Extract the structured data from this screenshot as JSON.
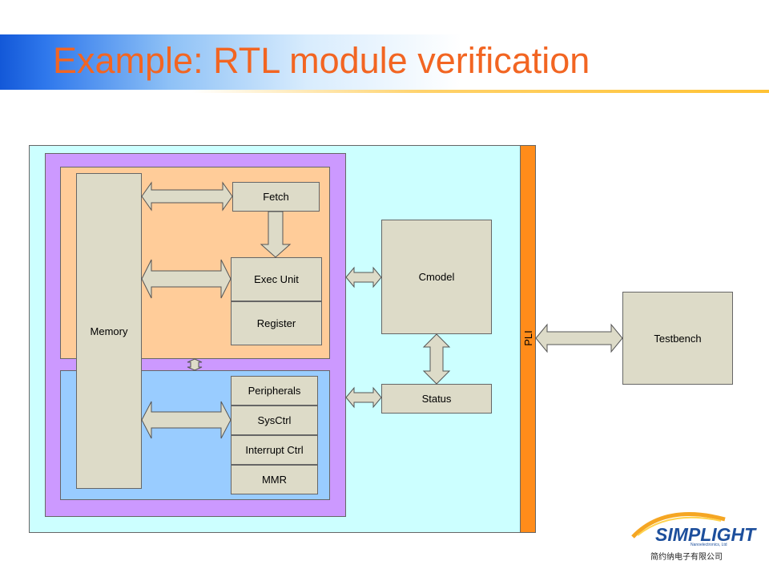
{
  "title": "Example: RTL module verification",
  "diagram": {
    "blocks": {
      "memory": "Memory",
      "fetch": "Fetch",
      "exec_unit": "Exec Unit",
      "register": "Register",
      "peripherals": "Peripherals",
      "sysctrl": "SysCtrl",
      "interrupt_ctrl": "Interrupt Ctrl",
      "mmr": "MMR",
      "cmodel": "Cmodel",
      "status": "Status",
      "pli": "PLI",
      "testbench": "Testbench"
    },
    "colors": {
      "outer_env": "#ccffff",
      "purple_frame": "#cc99ff",
      "core_region": "#ffcc99",
      "periph_region": "#99ccff",
      "module_fill": "#dddbc8",
      "pli_bar": "#ff8c1a",
      "title_text": "#f26522"
    }
  },
  "logo": {
    "brand": "SIMPLIGHT",
    "sub": "Nanoelectronics, Ltd",
    "cn": "简约纳电子有限公司"
  }
}
